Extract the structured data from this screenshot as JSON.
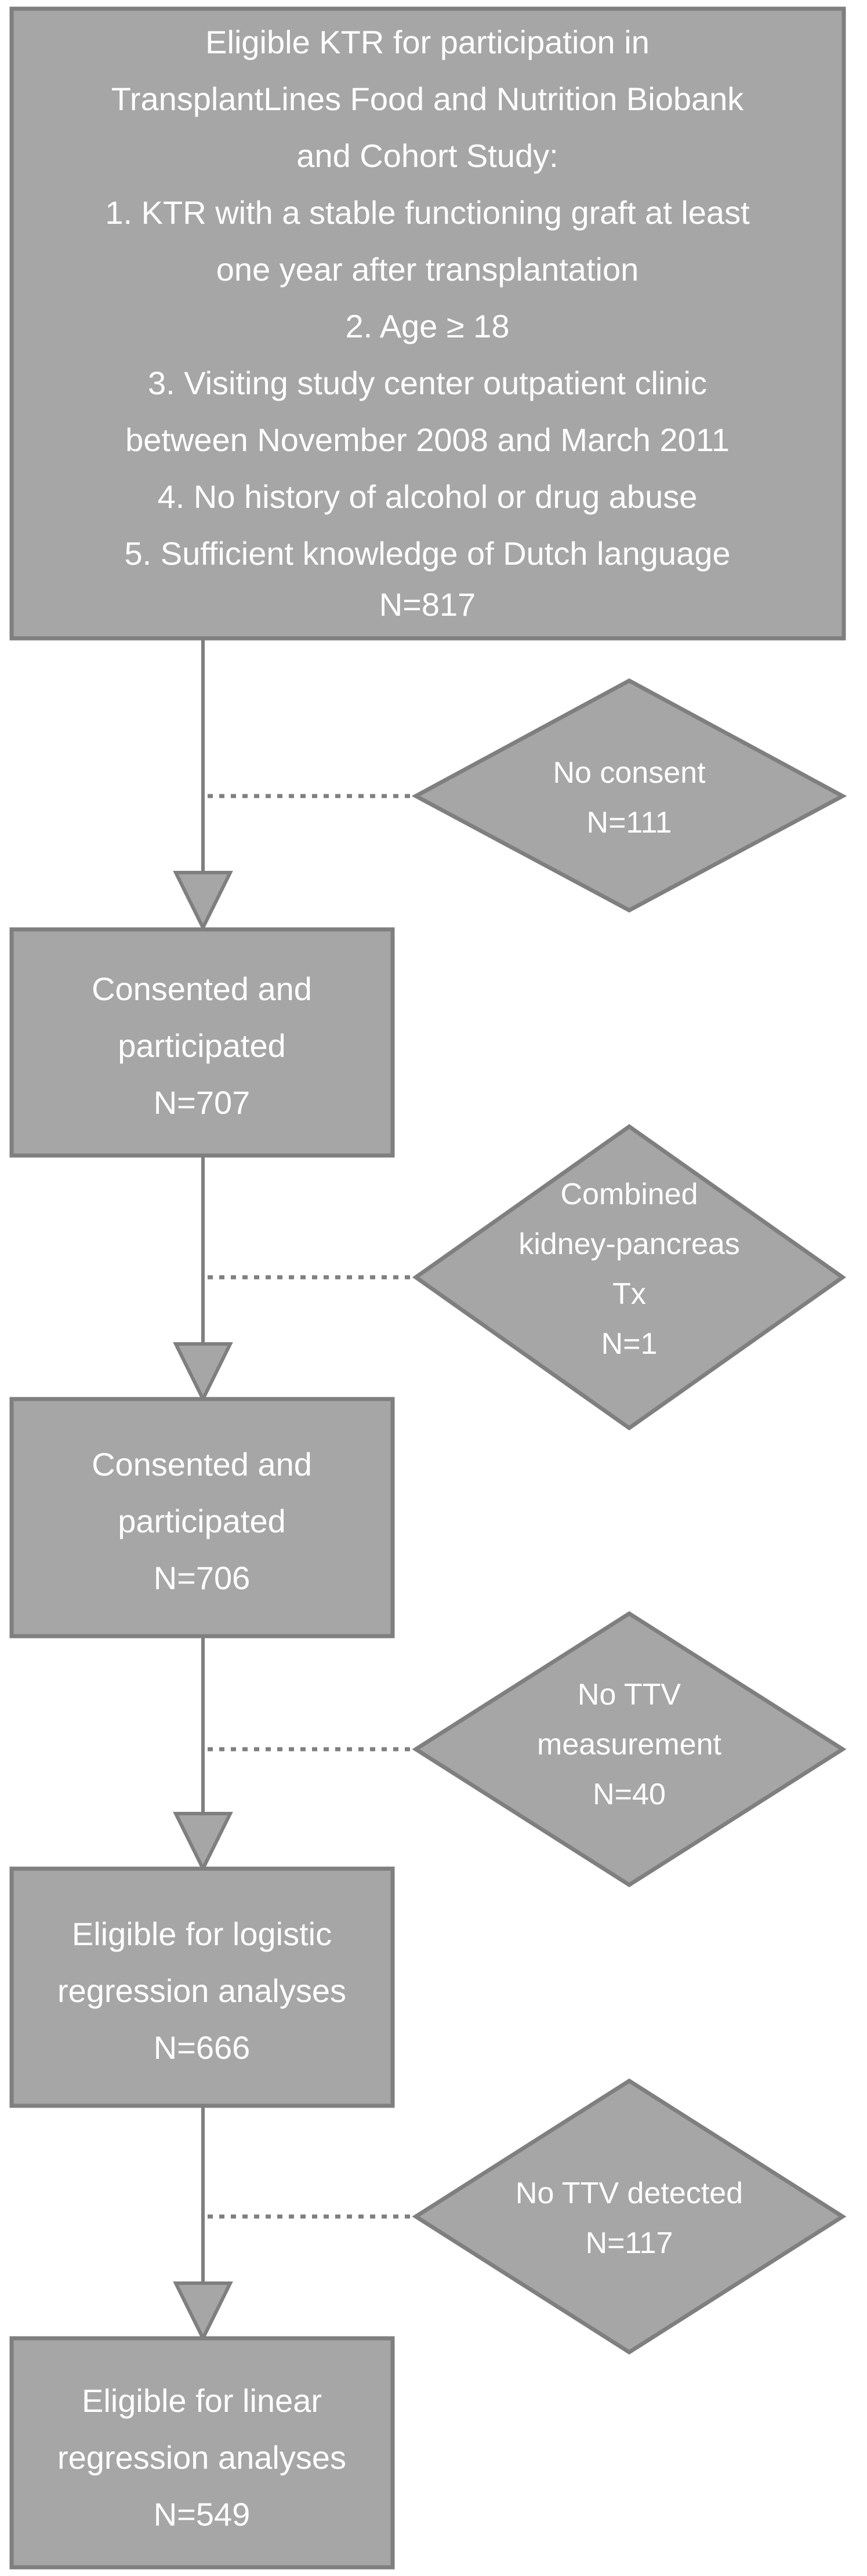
{
  "diagram": {
    "title": "Study participant flow diagram",
    "type": "flowchart",
    "colors": {
      "shape_fill": "#a6a6a6",
      "shape_border": "#7f7f7f",
      "text": "#ffffff",
      "background": "#ffffff",
      "connector": "#7f7f7f"
    },
    "eligibility_box": {
      "lines": [
        "Eligible KTR for participation in",
        "TransplantLines Food and Nutrition  Biobank",
        "and Cohort Study:",
        "1.  KTR with a stable functioning graft at least",
        "one year after transplantation",
        "2.  Age ≥ 18",
        "3.  Visiting study center outpatient clinic",
        "between November 2008 and March 2011",
        "4.  No history of alcohol or drug abuse",
        "5. Sufficient knowledge of Dutch language",
        "N=817"
      ],
      "count": "N=817"
    },
    "exclusions": [
      {
        "lines": [
          "No consent",
          "N=111"
        ],
        "label": "No consent",
        "count": "N=111"
      },
      {
        "lines": [
          "Combined",
          "kidney-pancreas",
          "Tx",
          "N=1"
        ],
        "label": "Combined kidney-pancreas Tx",
        "count": "N=1"
      },
      {
        "lines": [
          "No TTV",
          "measurement",
          "N=40"
        ],
        "label": "No TTV measurement",
        "count": "N=40"
      },
      {
        "lines": [
          "No TTV detected",
          "N=117"
        ],
        "label": "No TTV detected",
        "count": "N=117"
      }
    ],
    "stages": [
      {
        "lines": [
          "Consented and",
          "participated",
          "N=707"
        ],
        "label": "Consented and participated",
        "count": "N=707"
      },
      {
        "lines": [
          "Consented and",
          "participated",
          "N=706"
        ],
        "label": "Consented and participated",
        "count": "N=706"
      },
      {
        "lines": [
          "Eligible for logistic",
          "regression analyses",
          "N=666"
        ],
        "label": "Eligible for logistic regression analyses",
        "count": "N=666"
      },
      {
        "lines": [
          "Eligible for linear",
          "regression analyses",
          "N=549"
        ],
        "label": "Eligible for linear regression analyses",
        "count": "N=549"
      }
    ]
  }
}
